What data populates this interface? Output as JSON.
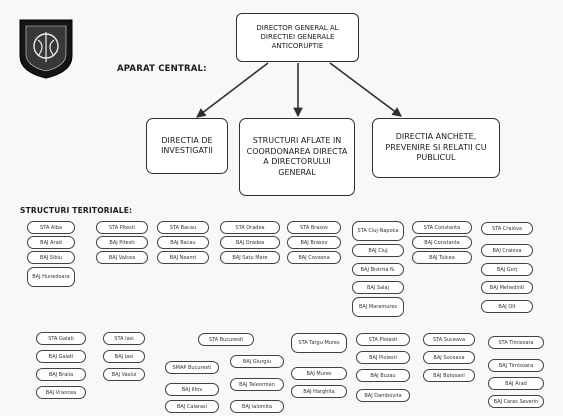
{
  "top": {
    "title": "DIRECTOR GENERAL AL DIRECTIEI GENERALE ANTICORUPTIE"
  },
  "labels": {
    "aparat": "APARAT CENTRAL:",
    "teritoriale": "STRUCTURI TERITORIALE:"
  },
  "central": {
    "investigatii": "DIRECTIA DE INVESTIGATII",
    "structuri": "STRUCTURI AFLATE IN COORDONAREA DIRECTA A DIRECTORULUI GENERAL",
    "anchete": "DIRECTIA ANCHETE, PREVENIRE SI RELATII CU PUBLICUL"
  },
  "row1": {
    "c1": [
      "STA Alba",
      "BAJ Arad",
      "BAJ Sibiu",
      "BAJ Hunedoara"
    ],
    "c2": [
      "STA Pitesti",
      "BAJ Pitesti",
      "BAJ Valcea"
    ],
    "c3": [
      "STA Bacau",
      "BAJ Bacau",
      "BAJ Neamt"
    ],
    "c4": [
      "STA Oradea",
      "BAJ Oradea",
      "BAJ Satu Mare"
    ],
    "c5": [
      "STA Brasov",
      "BAJ Brasov",
      "BAJ Covasna"
    ],
    "c6": [
      "STA Cluj-Napoca",
      "BAJ Cluj",
      "BAJ Bistrita N.",
      "BAJ Salaj",
      "BAJ Maramures"
    ],
    "c7": [
      "STA Constanta",
      "BAJ Constanta",
      "BAJ Tulcea"
    ],
    "c8": [
      "STA Craiova",
      "BAJ Craiova",
      "BAJ Gorj",
      "BAJ Mehedinti",
      "BAJ Olt"
    ]
  },
  "row2": {
    "c1": [
      "STA Galati",
      "BAJ Galati",
      "BAJ Braila",
      "BAJ Vrancea"
    ],
    "c2": [
      "STA Iasi",
      "BAJ Iasi",
      "BAJ Vaslui"
    ],
    "c3": [
      "STA Bucuresti",
      "SMAP Bucuresti",
      "BAJ Ilfov",
      "BAJ Calarasi",
      "BAJ Giurgiu",
      "BAJ Teleorman",
      "BAJ Ialomita"
    ],
    "c4": [
      "STA Targu Mures",
      "BAJ Mures",
      "BAJ Harghita"
    ],
    "c5": [
      "STA Ploiesti",
      "BAJ Ploiesti",
      "BAJ Buzau",
      "BAJ Dambovita"
    ],
    "c6": [
      "STA Suceava",
      "BAJ Suceava",
      "BAJ Botosani"
    ],
    "c7": [
      "STA Timisoara",
      "BAJ Timisoara",
      "BAJ Arad",
      "BAJ Caras Severin"
    ]
  }
}
